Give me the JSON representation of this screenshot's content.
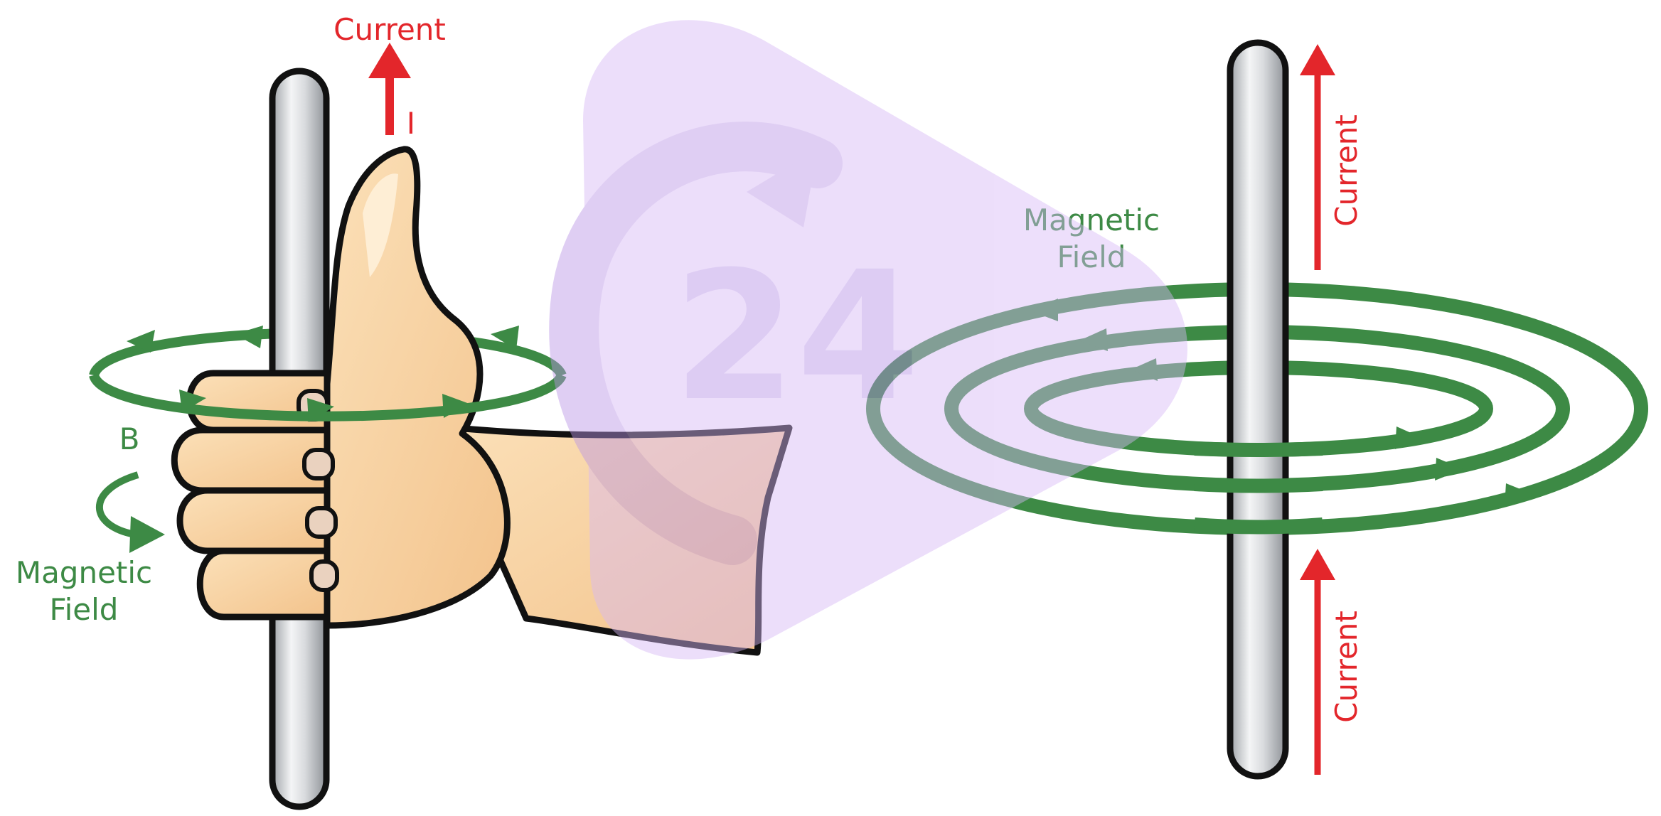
{
  "diagram": {
    "left_panel": {
      "current_label": "Current",
      "current_symbol": "I",
      "field_symbol": "B",
      "field_label_line1": "Magnetic",
      "field_label_line2": "Field"
    },
    "right_panel": {
      "field_label_line1": "Magnetic",
      "field_label_line2": "Field",
      "current_label_top": "Current",
      "current_label_bottom": "Current"
    },
    "watermark_text": "24"
  },
  "colors": {
    "current": "#e3262b",
    "field": "#3d8a45",
    "skin": "#f8d3a0",
    "skin_shadow": "#e7b57d",
    "rod": "#c9cbce",
    "outline": "#111111",
    "watermark": "#c6a4ef"
  },
  "icons": [
    "hand-thumbs-up-icon",
    "watermark-logo-icon"
  ]
}
